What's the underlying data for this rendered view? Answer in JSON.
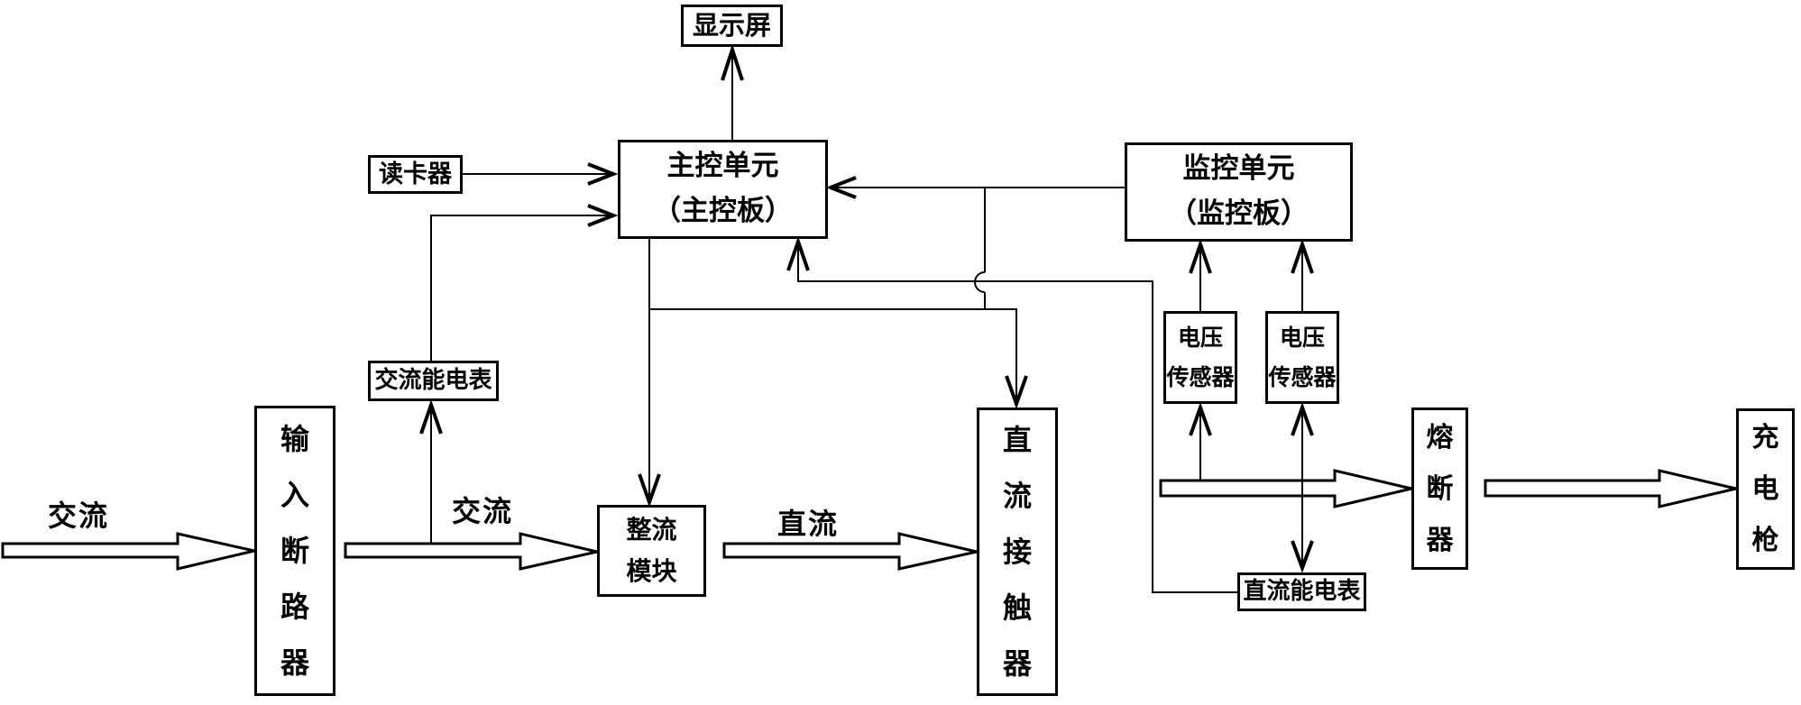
{
  "diagram": {
    "nodes": {
      "display_screen": {
        "label": "显示屏"
      },
      "card_reader": {
        "label": "读卡器"
      },
      "main_control_unit": {
        "line1": "主控单元",
        "line2": "（主控板）"
      },
      "monitoring_unit": {
        "line1": "监控单元",
        "line2": "（监控板）"
      },
      "ac_energy_meter": {
        "label": "交流能电表"
      },
      "input_circuit_breaker": {
        "label": "输入断路器"
      },
      "rectifier_module": {
        "line1": "整流",
        "line2": "模块"
      },
      "dc_contactor": {
        "label": "直流接触器"
      },
      "voltage_sensor_1": {
        "line1": "电压",
        "line2": "传感器"
      },
      "voltage_sensor_2": {
        "line1": "电压",
        "line2": "传感器"
      },
      "fuse": {
        "label": "熔断器"
      },
      "charging_gun": {
        "label": "充电枪"
      },
      "dc_energy_meter": {
        "label": "直流能电表"
      }
    },
    "flow_labels": {
      "ac_input": "交流",
      "ac_mid": "交流",
      "dc": "直流"
    },
    "colors": {
      "line": "#000000",
      "background": "#ffffff"
    }
  }
}
